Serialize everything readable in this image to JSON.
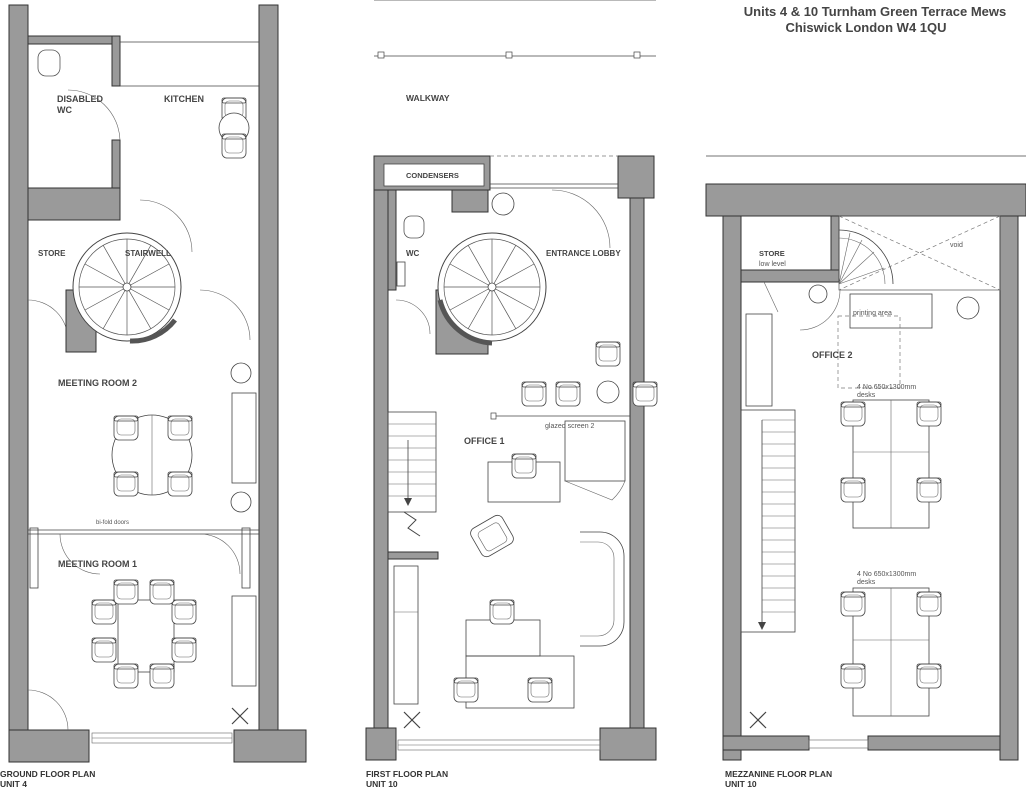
{
  "title": {
    "line1": "Units 4 & 10 Turnham Green Terrace Mews",
    "line2": "Chiswick  London  W4 1QU"
  },
  "ground_floor": {
    "caption": "GROUND FLOOR PLAN",
    "unit": "UNIT 4",
    "rooms": {
      "disabled_wc_1": "DISABLED",
      "disabled_wc_2": "WC",
      "kitchen": "KITCHEN",
      "store": "STORE",
      "stairwell": "STAIRWELL",
      "meeting_room_2": "MEETING ROOM 2",
      "meeting_room_1": "MEETING ROOM 1"
    },
    "note_bifold": "bi-fold doors"
  },
  "first_floor": {
    "caption": "FIRST FLOOR PLAN",
    "unit": "UNIT 10",
    "rooms": {
      "walkway": "WALKWAY",
      "condensers": "CONDENSERS",
      "wc": "WC",
      "entrance_lobby": "ENTRANCE LOBBY",
      "office_1": "OFFICE 1"
    },
    "note_screen": "glazed screen 2"
  },
  "mezzanine": {
    "caption": "MEZZANINE FLOOR PLAN",
    "unit": "UNIT 10",
    "rooms": {
      "store_1": "STORE",
      "store_2": "low level",
      "void": "void",
      "printing_area": "printing area",
      "office_2": "OFFICE 2"
    },
    "desk_note_1": "4 No 650x1300mm",
    "desk_note_2": "desks"
  }
}
